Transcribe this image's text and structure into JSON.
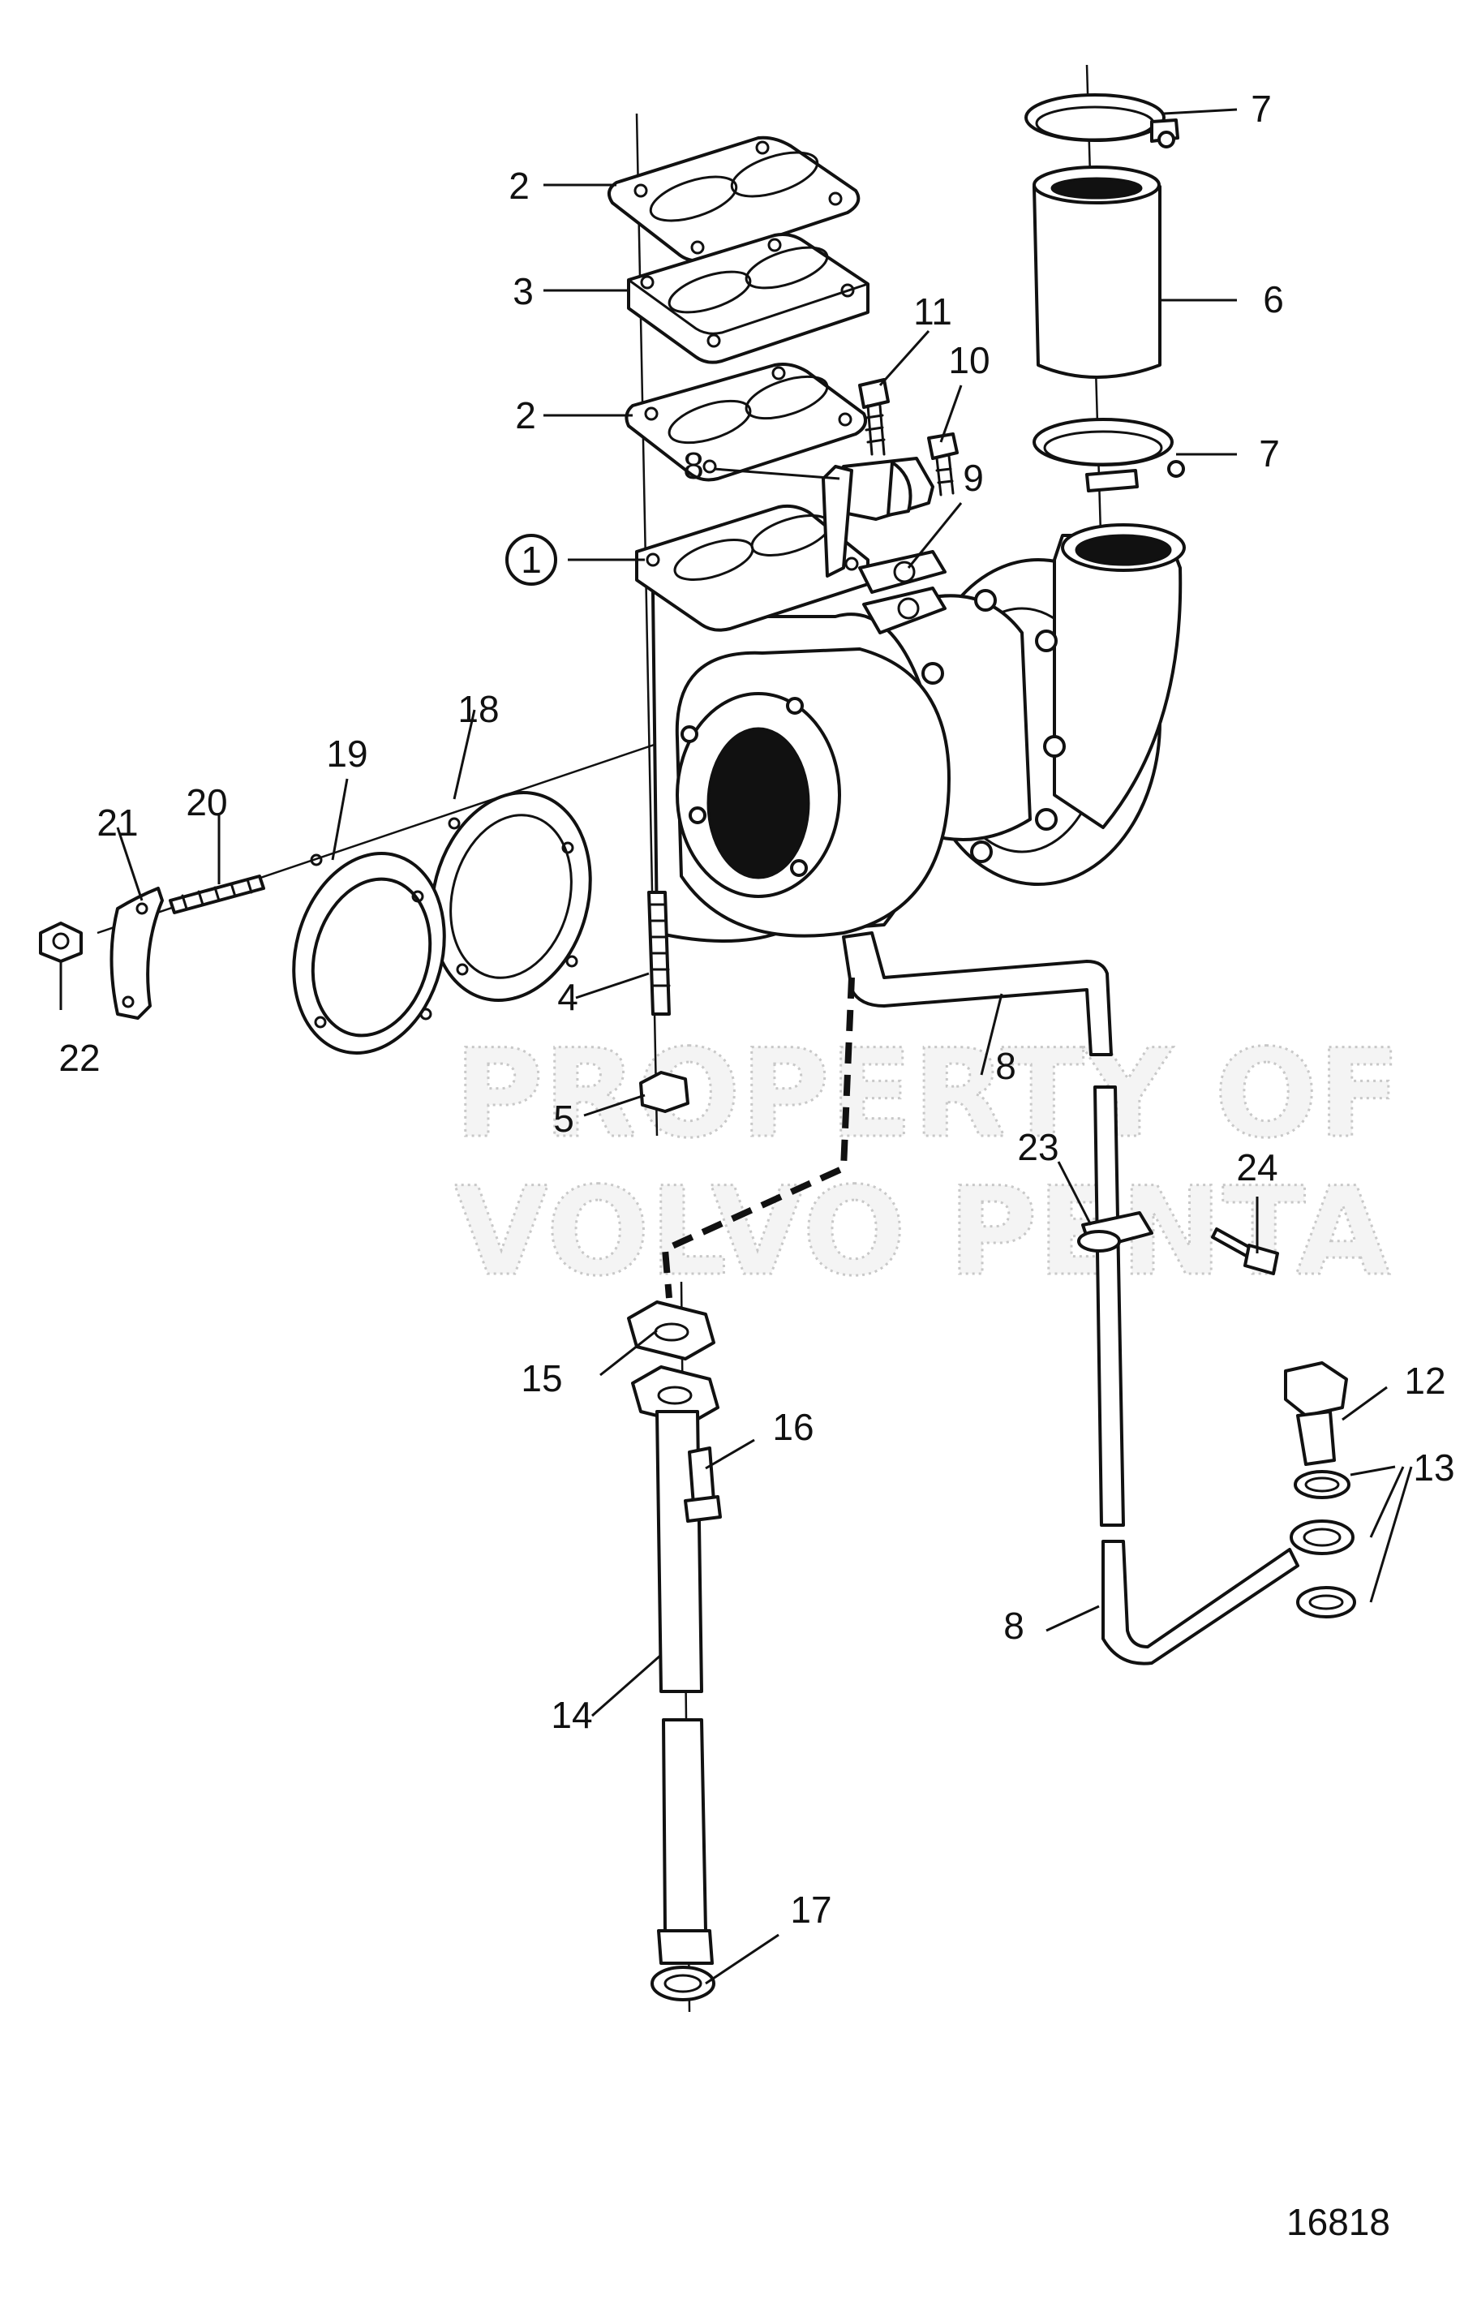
{
  "watermark": {
    "line1": "PROPERTY OF",
    "line2": "VOLVO PENTA"
  },
  "figure_number": "16818",
  "callouts": {
    "c1": "1",
    "c2a": "2",
    "c2b": "2",
    "c3": "3",
    "c4": "4",
    "c5": "5",
    "c6": "6",
    "c7a": "7",
    "c7b": "7",
    "c8a": "8",
    "c8b": "8",
    "c8c": "8",
    "c9": "9",
    "c10": "10",
    "c11": "11",
    "c12": "12",
    "c13": "13",
    "c14": "14",
    "c15": "15",
    "c16": "16",
    "c17": "17",
    "c18": "18",
    "c19": "19",
    "c20": "20",
    "c21": "21",
    "c22": "22",
    "c23": "23",
    "c24": "24"
  }
}
